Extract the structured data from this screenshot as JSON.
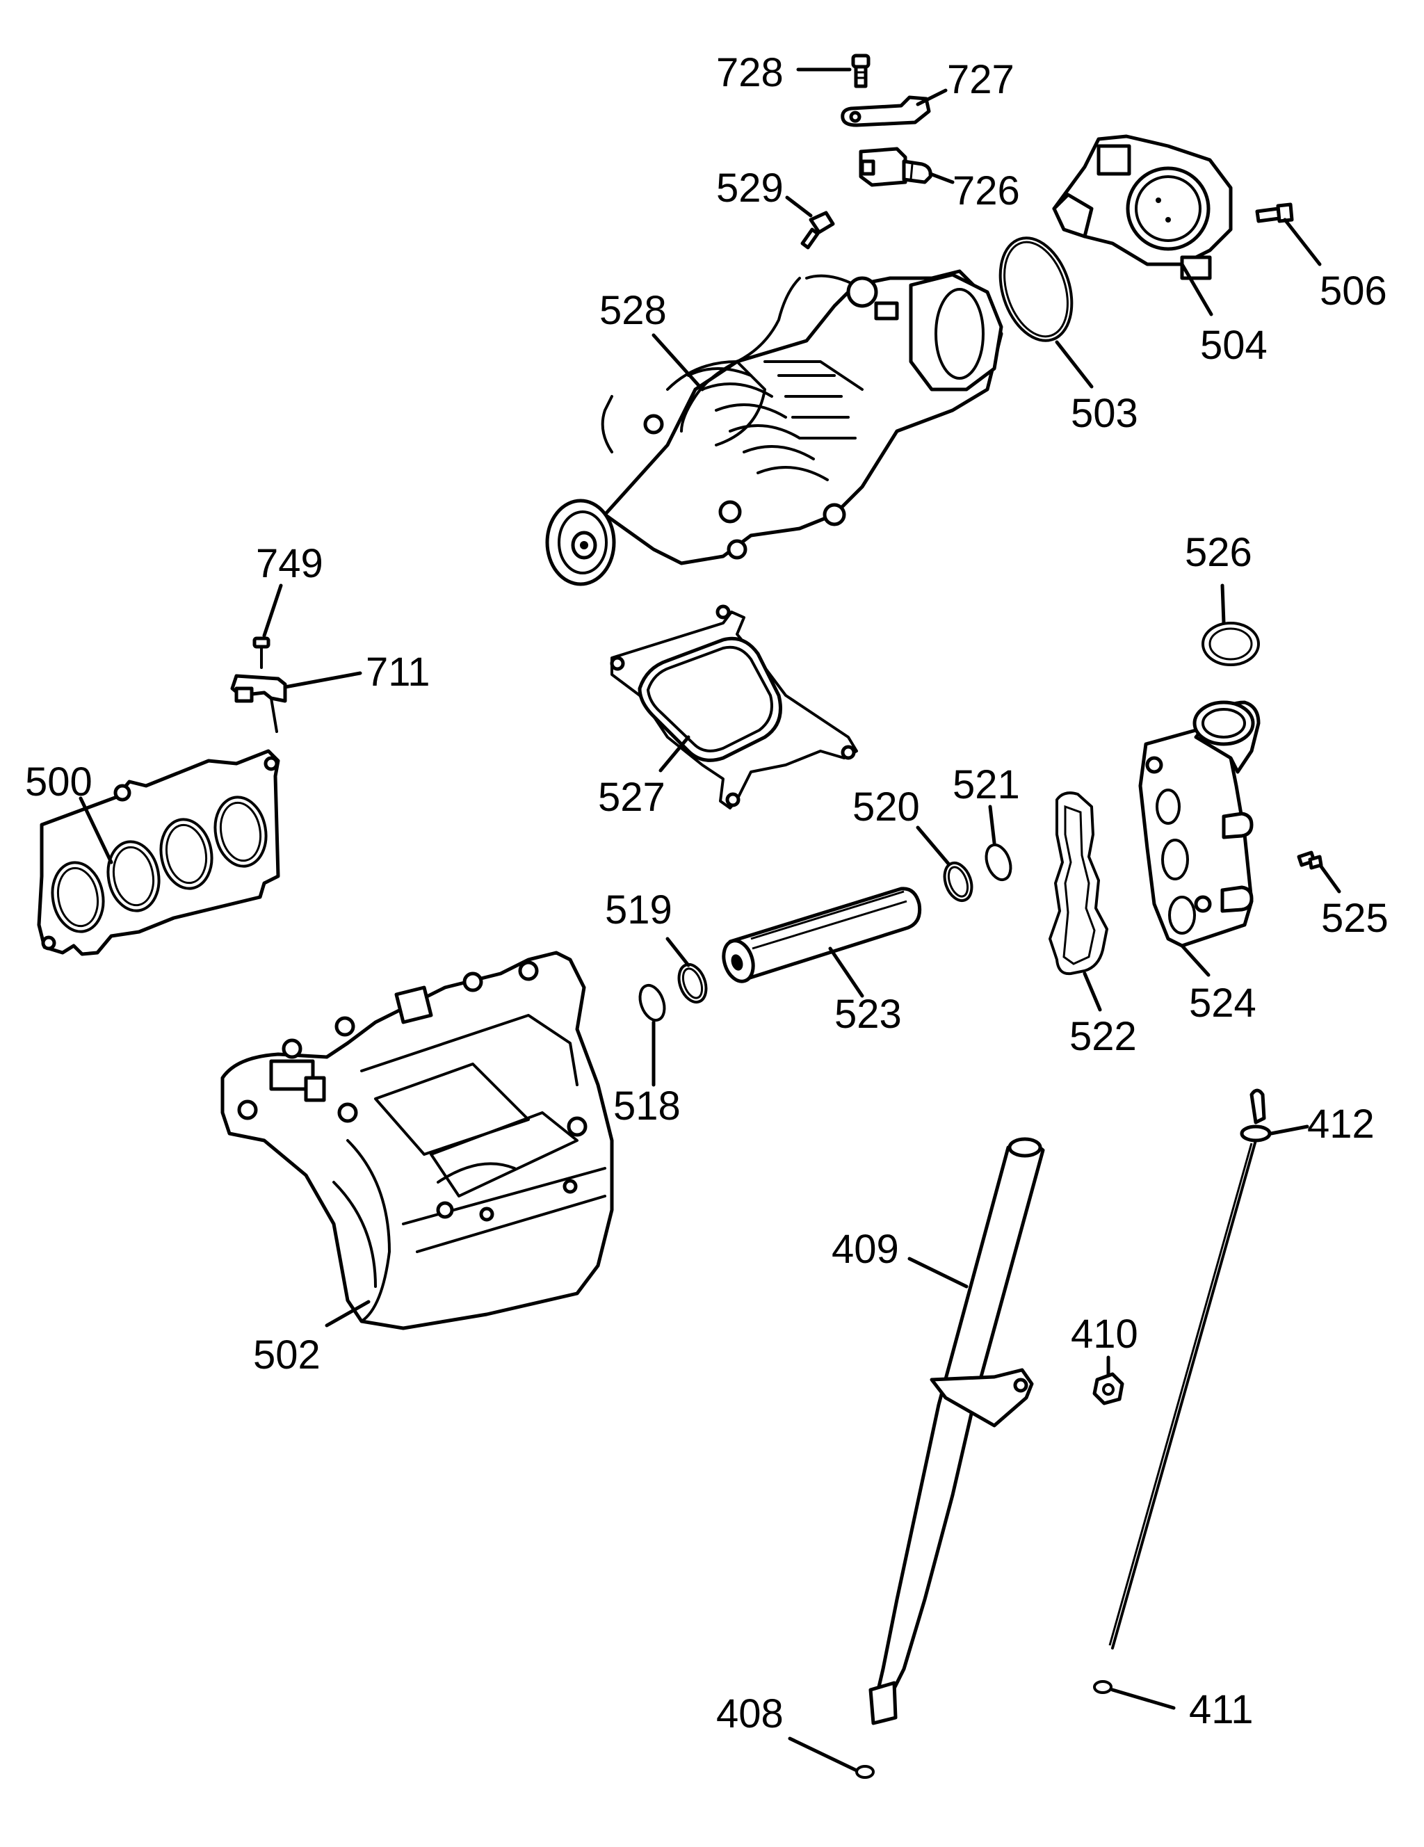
{
  "labels": {
    "p728": "728",
    "p727": "727",
    "p726": "726",
    "p529": "529",
    "p528": "528",
    "p503": "503",
    "p504": "504",
    "p506": "506",
    "p526": "526",
    "p749": "749",
    "p711": "711",
    "p527": "527",
    "p500": "500",
    "p521": "521",
    "p520": "520",
    "p519": "519",
    "p523": "523",
    "p518": "518",
    "p522": "522",
    "p524": "524",
    "p525": "525",
    "p502": "502",
    "p412": "412",
    "p409": "409",
    "p410": "410",
    "p408": "408",
    "p411": "411"
  }
}
